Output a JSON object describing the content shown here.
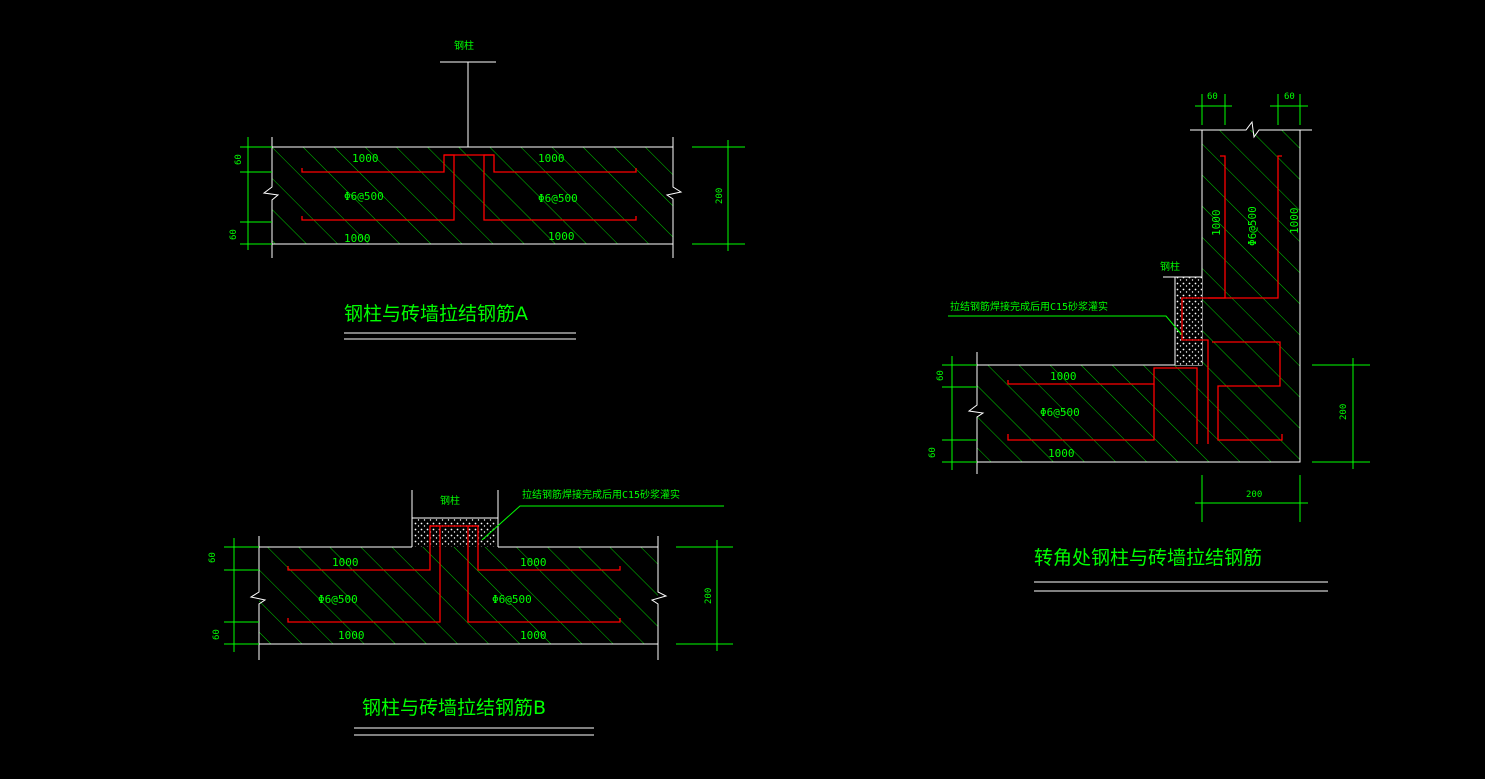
{
  "colors": {
    "background": "#000000",
    "outline": "#ffffff",
    "hatch": "#00c800",
    "rebar": "#ff0000",
    "text": "#00ff00",
    "dimension": "#00ff00",
    "grout": "#ffffff"
  },
  "detail_a": {
    "title": "钢柱与砖墙拉结钢筋A",
    "column_label": "钢柱",
    "rebar_left_top": "1000",
    "rebar_right_top": "1000",
    "rebar_left_bottom": "1000",
    "rebar_right_bottom": "1000",
    "spec_left": "Φ6@500",
    "spec_right": "Φ6@500",
    "dim_top": "60",
    "dim_bottom": "60",
    "dim_total": "200"
  },
  "detail_b": {
    "title": "钢柱与砖墙拉结钢筋B",
    "column_label": "钢柱",
    "note": "拉结钢筋焊接完成后用C15砂浆灌实",
    "rebar_left_top": "1000",
    "rebar_right_top": "1000",
    "rebar_left_bottom": "1000",
    "rebar_right_bottom": "1000",
    "spec_left": "Φ6@500",
    "spec_right": "Φ6@500",
    "dim_top": "60",
    "dim_bottom": "60",
    "dim_total": "200"
  },
  "detail_c": {
    "title": "转角处钢柱与砖墙拉结钢筋",
    "column_label": "钢柱",
    "note": "拉结钢筋焊接完成后用C15砂浆灌实",
    "rebar_vertical_left": "1000",
    "rebar_vertical_right": "1000",
    "spec_vertical": "Φ6@500",
    "rebar_horizontal_top": "1000",
    "rebar_horizontal_bottom": "1000",
    "spec_horizontal": "Φ6@500",
    "dim_top_left": "60",
    "dim_top_right": "60",
    "dim_left_top": "60",
    "dim_left_bottom": "60",
    "dim_right_total": "200",
    "dim_bottom_total": "200"
  }
}
